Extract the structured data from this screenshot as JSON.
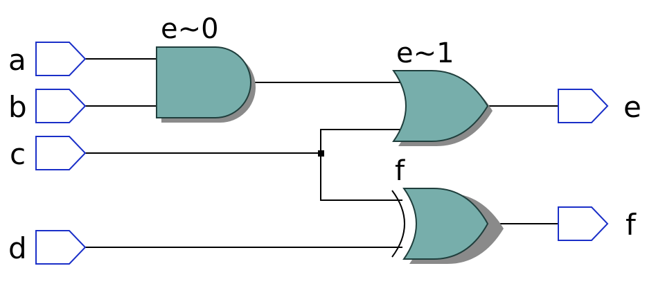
{
  "inputs": [
    {
      "label": "a"
    },
    {
      "label": "b"
    },
    {
      "label": "c"
    },
    {
      "label": "d"
    }
  ],
  "outputs": [
    {
      "label": "e"
    },
    {
      "label": "f"
    }
  ],
  "gates": [
    {
      "name": "e~0",
      "type": "AND"
    },
    {
      "name": "e~1",
      "type": "OR"
    },
    {
      "name": "f",
      "type": "XOR"
    }
  ],
  "colors": {
    "gate_fill": "#77aeab",
    "gate_shadow": "#8a8a8a",
    "port_stroke": "#1a2fc8",
    "wire": "#000000"
  }
}
